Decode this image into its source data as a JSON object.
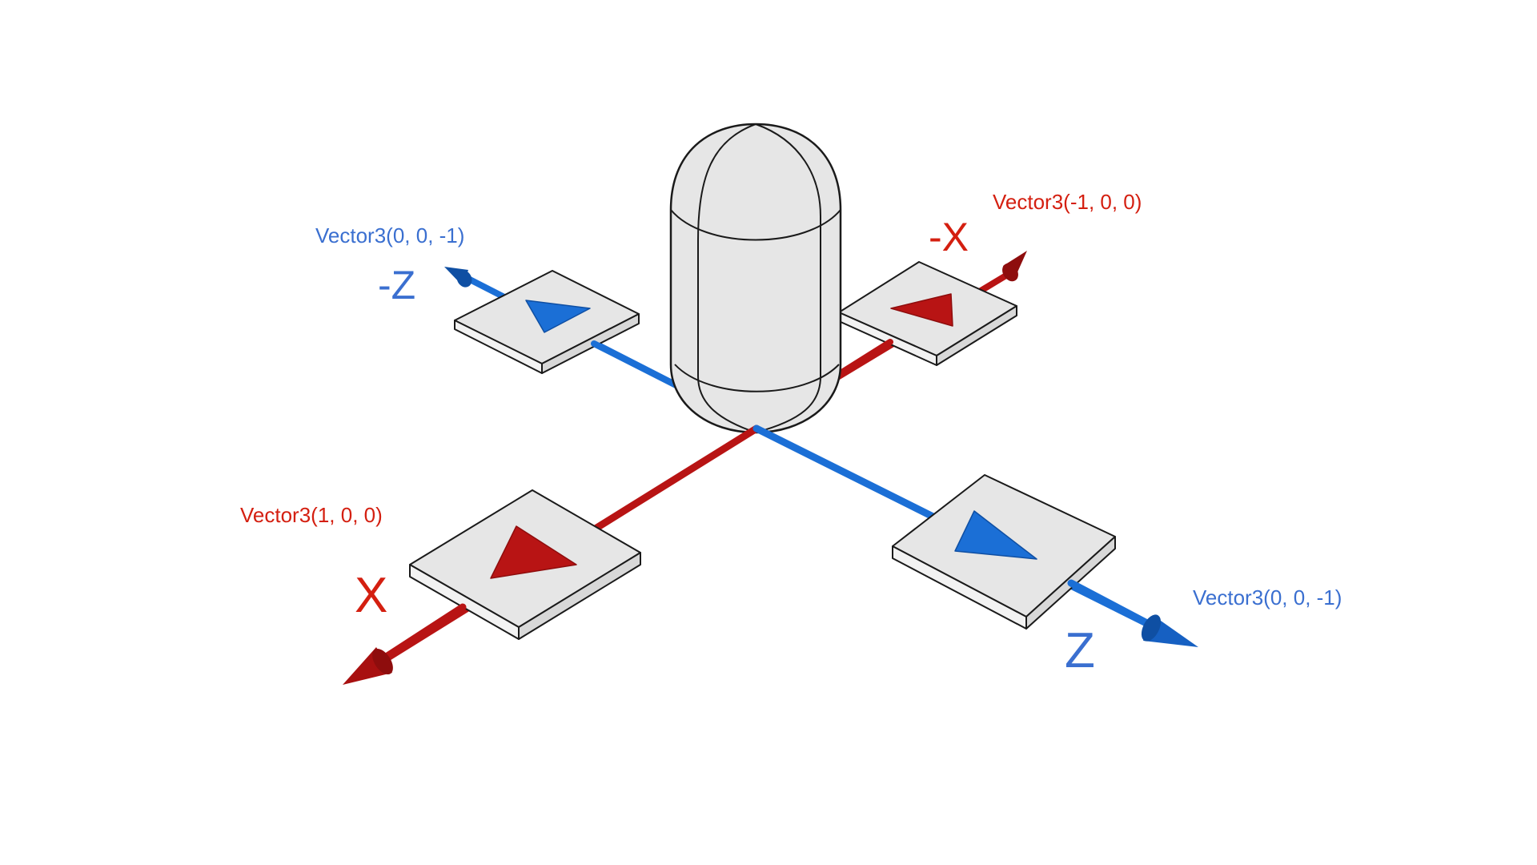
{
  "colors": {
    "x_axis": "#b81414",
    "x_axis_dark": "#8e0d0d",
    "z_axis": "#1b6fd6",
    "z_axis_dark": "#0f4fa3",
    "x_text": "#d41f10",
    "z_text": "#3a6fd0",
    "tile_fill": "#e6e6e6",
    "outline": "#1a1a1a",
    "capsule_fill": "#e6e6e6"
  },
  "labels": {
    "x_pos_axis": "X",
    "x_neg_axis": "-X",
    "z_pos_axis": "Z",
    "z_neg_axis": "-Z",
    "x_pos_vector": "Vector3(1, 0, 0)",
    "x_neg_vector": "Vector3(-1, 0, 0)",
    "z_pos_vector": "Vector3(0, 0, -1)",
    "z_neg_vector": "Vector3(0, 0, -1)"
  }
}
